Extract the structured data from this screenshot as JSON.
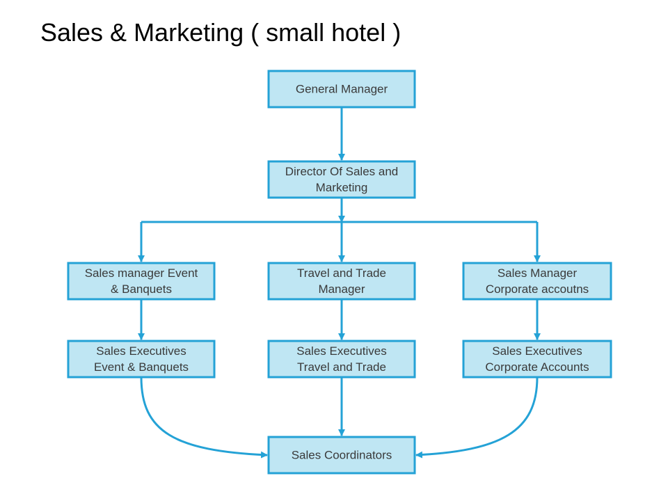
{
  "title": "Sales & Marketing ( small hotel )",
  "colors": {
    "box_fill": "#bfe6f3",
    "box_stroke": "#24a2d6",
    "connector": "#24a2d6",
    "text": "#3a3a3a"
  },
  "nodes": {
    "general_manager": [
      "General Manager"
    ],
    "director": [
      "Director Of Sales and",
      "Marketing"
    ],
    "sm_events": [
      "Sales manager Event",
      "& Banquets"
    ],
    "travel_trade_manager": [
      "Travel and Trade",
      "Manager"
    ],
    "sm_corporate": [
      "Sales Manager",
      "Corporate accoutns"
    ],
    "se_events": [
      "Sales Executives",
      "Event & Banquets"
    ],
    "se_travel": [
      "Sales Executives",
      "Travel and Trade"
    ],
    "se_corporate": [
      "Sales Executives",
      "Corporate Accounts"
    ],
    "coordinators": [
      "Sales Coordinators"
    ]
  }
}
